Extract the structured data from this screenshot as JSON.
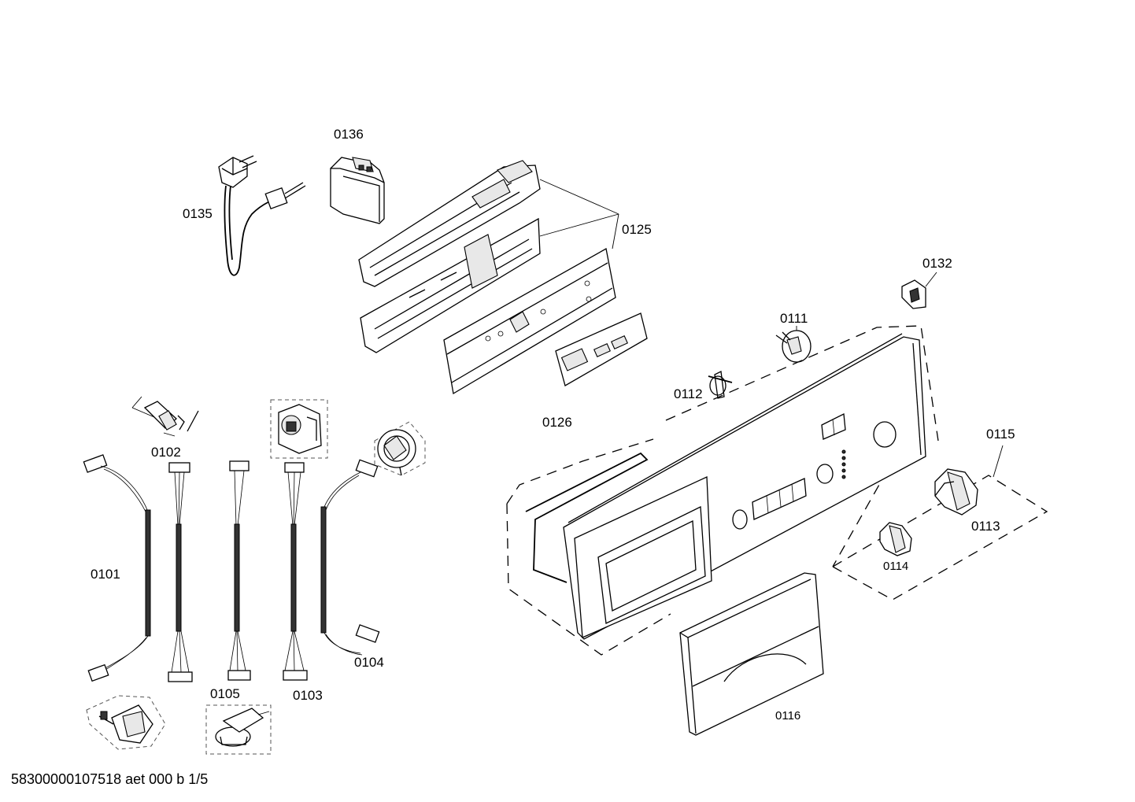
{
  "footer": {
    "document_code": "58300000107518 aet 000 b 1/5"
  },
  "parts": {
    "p0101": "0101",
    "p0102": "0102",
    "p0103": "0103",
    "p0104": "0104",
    "p0105": "0105",
    "p0111": "0111",
    "p0112": "0112",
    "p0113": "0113",
    "p0114": "0114",
    "p0115": "0115",
    "p0116": "0116",
    "p0125": "0125",
    "p0126": "0126",
    "p0132": "0132",
    "p0135": "0135",
    "p0136": "0136"
  }
}
